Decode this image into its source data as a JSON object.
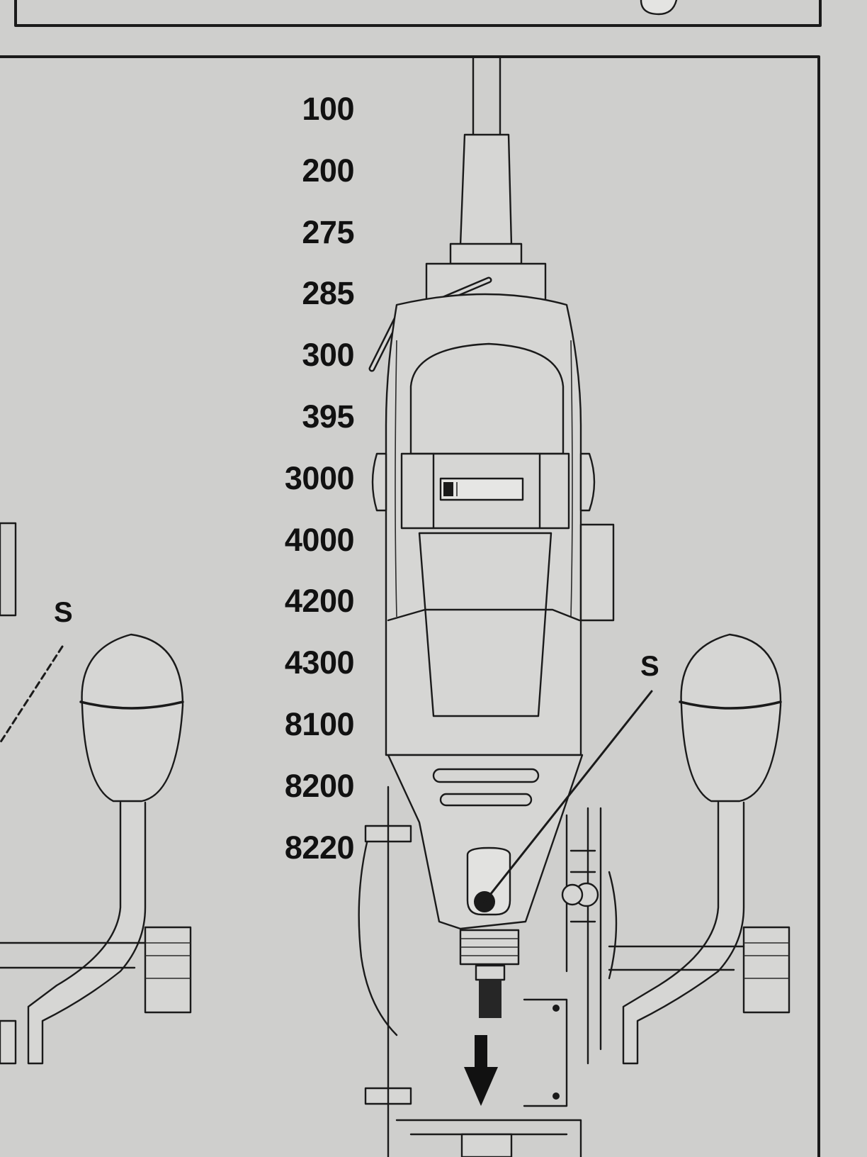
{
  "model_numbers": [
    "100",
    "200",
    "275",
    "285",
    "300",
    "395",
    "3000",
    "4000",
    "4200",
    "4300",
    "8100",
    "8200",
    "8220"
  ],
  "callouts": {
    "left": "S",
    "right": "S"
  },
  "icons": [
    "rotary-tool-icon",
    "handle-knob-icon",
    "down-arrow-icon"
  ],
  "colors": {
    "paper": "#cfcfcd",
    "ink": "#1a1a1a"
  }
}
